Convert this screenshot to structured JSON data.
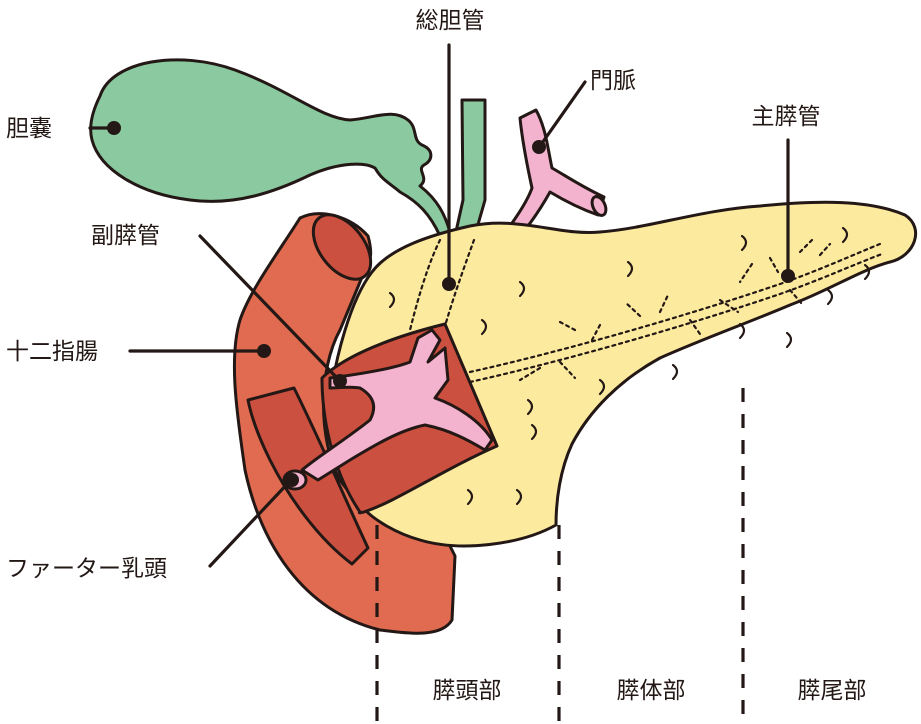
{
  "labels": {
    "gallbladder": "胆嚢",
    "common_bile_duct": "総胆管",
    "portal_vein": "門脈",
    "main_pancreatic_duct": "主膵管",
    "accessory_pancreatic_duct": "副膵管",
    "duodenum": "十二指腸",
    "papilla_of_vater": "ファーター乳頭"
  },
  "regions": {
    "head": "膵頭部",
    "body": "膵体部",
    "tail": "膵尾部"
  },
  "colors": {
    "pancreas": "#fcea9f",
    "gallbladder": "#8bcaa0",
    "duodenum": "#e06b50",
    "duodenum_inner": "#cc5040",
    "ducts_pink": "#f3b3cf",
    "outline": "#231815"
  }
}
